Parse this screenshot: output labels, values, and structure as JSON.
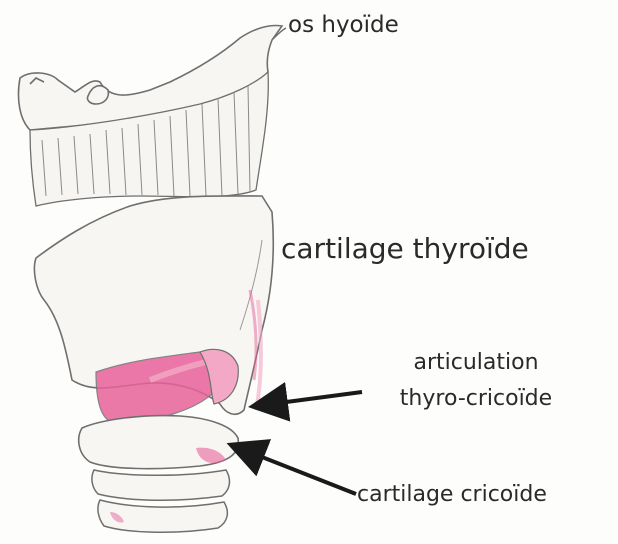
{
  "labels": {
    "hyoid": "os hyoïde",
    "thyroid": "cartilage thyroïde",
    "articulation_line1": "articulation",
    "articulation_line2": "thyro-cricoïde",
    "cricoid": "cartilage cricoïde"
  },
  "colors": {
    "outline": "#6f6f6f",
    "muscle_pink": "#e8629a",
    "muscle_light": "#f3a9c6",
    "arrow": "#1a1a1a",
    "background": "#fdfdfb"
  }
}
